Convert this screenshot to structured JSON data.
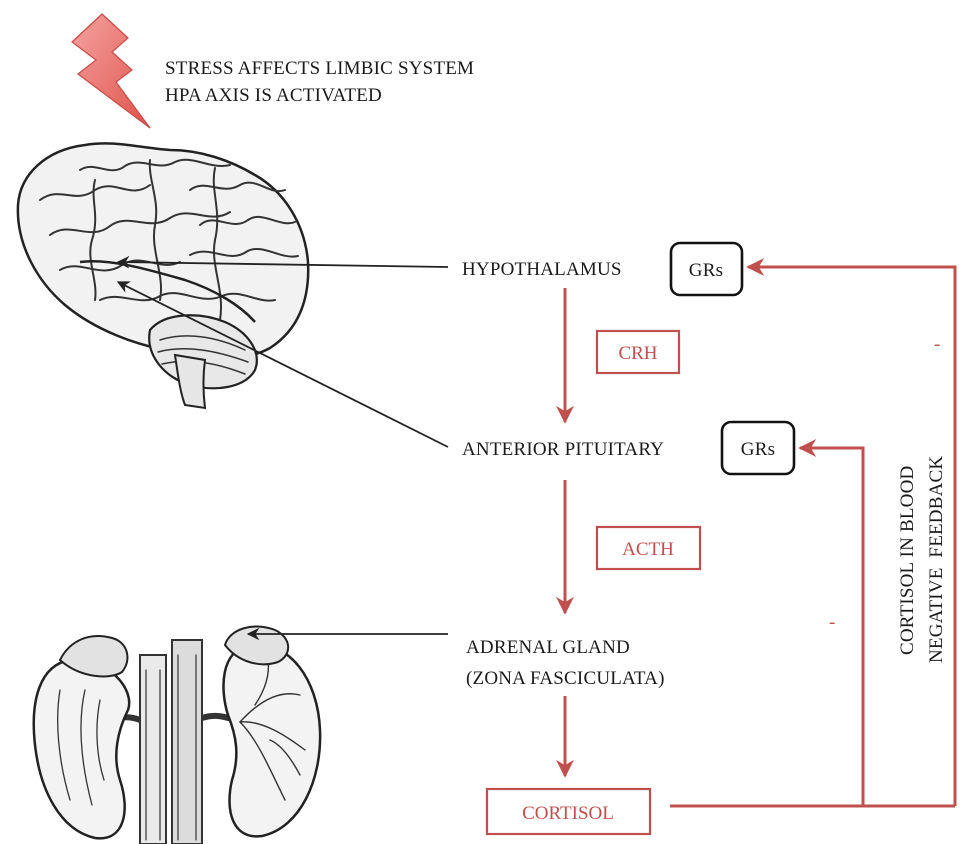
{
  "stress_text": {
    "line1": "STRESS AFFECTS LIMBIC SYSTEM",
    "line2": "HPA AXIS IS ACTIVATED"
  },
  "nodes": {
    "hypothalamus": "HYPOTHALAMUS",
    "anterior_pituitary": "ANTERIOR PITUITARY",
    "adrenal_line1": "ADRENAL GLAND",
    "adrenal_line2": "(ZONA FASCICULATA)"
  },
  "receptors": {
    "hypothalamus_gr": "GRs",
    "pituitary_gr": "GRs"
  },
  "hormones": {
    "crh": "CRH",
    "acth": "ACTH",
    "cortisol": "CORTISOL"
  },
  "feedback": {
    "line1": "CORTISOL IN BLOOD",
    "line2": "NEGATIVE  FEEDBACK",
    "minus_top": "-",
    "minus_mid": "-"
  },
  "colors": {
    "accent": "#c0504d",
    "text": "#1a1a1a"
  },
  "icons": [
    "lightning-bolt-icon",
    "brain-illustration",
    "kidneys-illustration"
  ]
}
